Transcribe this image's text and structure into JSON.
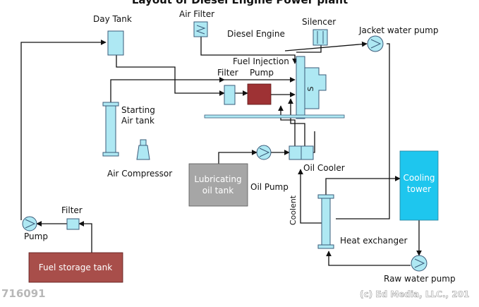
{
  "title": "Layout of Diesel Engine Power plant",
  "labels": {
    "day_tank": "Day Tank",
    "air_filter": "Air Filter",
    "silencer": "Silencer",
    "jacket_water_pump": "Jacket water pump",
    "diesel_engine": "Diesel Engine",
    "fuel_injection_pump_line1": "Fuel Injection",
    "fuel_injection_pump_line2": "Pump",
    "filter_engine": "Filter",
    "engine_mark": "S",
    "starting_air_tank_line1": "Starting",
    "starting_air_tank_line2": "Air tank",
    "air_compressor": "Air Compressor",
    "lubricating_oil_tank_line1": "Lubricating",
    "lubricating_oil_tank_line2": "oil tank",
    "oil_pump": "Oil Pump",
    "oil_cooler": "Oil Cooler",
    "coolent": "Coolent",
    "cooling_tower_line1": "Cooling",
    "cooling_tower_line2": "tower",
    "heat_exchanger": "Heat exchanger",
    "raw_water_pump": "Raw water pump",
    "filter_fuel": "Filter",
    "pump_fuel": "Pump",
    "fuel_storage_tank": "Fuel storage tank"
  },
  "watermark": "716091",
  "copyright": "(c) Ed Media, LLC., 201",
  "colors": {
    "equipment_fill": "#aee8f3",
    "cooling_tower": "#1ec6ee",
    "lube_tank": "#a6a6a6",
    "fuel_storage_tank": "#a84e4a",
    "fuel_injection_pump": "#9e3234",
    "line": "#111111"
  }
}
